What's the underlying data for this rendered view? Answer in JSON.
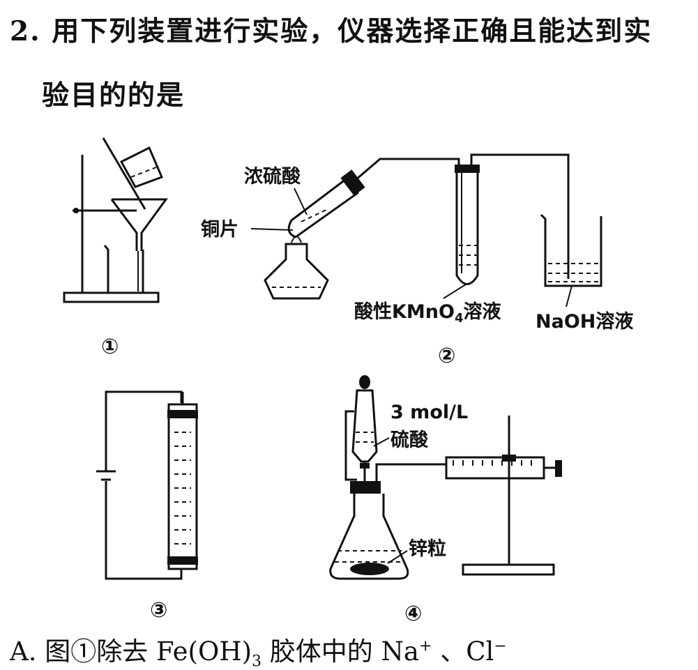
{
  "question": {
    "stem_line1": "2. 用下列装置进行实验，仪器选择正确且能达到实",
    "stem_line2": "验目的的是"
  },
  "figures": {
    "fig1": {
      "number": "①"
    },
    "fig2": {
      "number": "②",
      "label_acid": "浓硫酸",
      "label_copper": "铜片",
      "label_kmno4": "酸性KMnO",
      "label_kmno4_sub": "4",
      "label_kmno4_tail": "溶液",
      "label_naoh": "NaOH溶液"
    },
    "fig3": {
      "number": "③"
    },
    "fig4": {
      "number": "④",
      "label_conc": "3 mol/L",
      "label_acid": "硫酸",
      "label_zinc": "锌粒"
    }
  },
  "options": [
    {
      "prefix": "A. 图①除去 Fe(OH)",
      "sub": "3",
      "mid": " 胶体中的 Na",
      "sup1": "+",
      "sep": " 、Cl",
      "sup2": "−"
    }
  ]
}
